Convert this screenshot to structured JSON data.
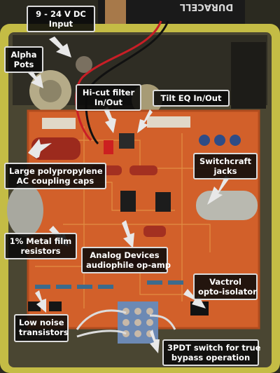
{
  "battery_label": "DURACELL",
  "callouts": {
    "power": {
      "line1": "9 - 24 V DC",
      "line2": "Input"
    },
    "alpha_pots": {
      "line1": "Alpha",
      "line2": "Pots"
    },
    "hicut": {
      "line1": "Hi-cut filter",
      "line2": "In/Out"
    },
    "tilt": {
      "line1": "Tilt EQ In/Out"
    },
    "caps": {
      "line1": "Large polypropylene",
      "line2": "AC coupling caps"
    },
    "jacks": {
      "line1": "Switchcraft",
      "line2": "jacks"
    },
    "resistors": {
      "line1": "1% Metal film",
      "line2": "resistors"
    },
    "opamp": {
      "line1": "Analog Devices",
      "line2": "audiophile op-amp"
    },
    "vactrol": {
      "line1": "Vactrol",
      "line2": "opto-isolator"
    },
    "transistors": {
      "line1": "Low noise",
      "line2": "transistors"
    },
    "switch": {
      "line1": "3PDT switch for true",
      "line2": "bypass operation"
    }
  },
  "colors": {
    "enclosure": "#c9c24a",
    "pcb": "#d7652a",
    "callout_bg": "#0a0a0a",
    "callout_border": "#dcdcdc",
    "arrow": "#e8e8e8"
  }
}
